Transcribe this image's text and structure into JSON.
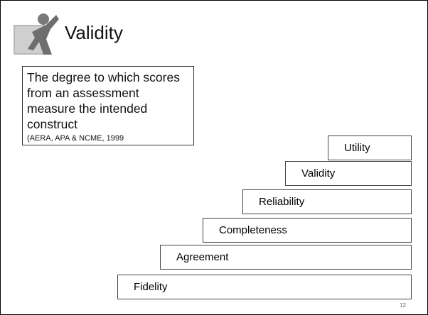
{
  "slide": {
    "title": "Validity",
    "definition": {
      "text": "The degree to which scores from an assessment measure the intended construct",
      "citation": "(AERA, APA & NCME, 1999"
    },
    "steps": [
      {
        "label": "Utility"
      },
      {
        "label": "Validity"
      },
      {
        "label": "Reliability"
      },
      {
        "label": "Completeness"
      },
      {
        "label": "Agreement"
      },
      {
        "label": "Fidelity"
      }
    ],
    "page_number": "12"
  },
  "colors": {
    "logo_gray": "#b3b3b3",
    "border": "#444444"
  }
}
